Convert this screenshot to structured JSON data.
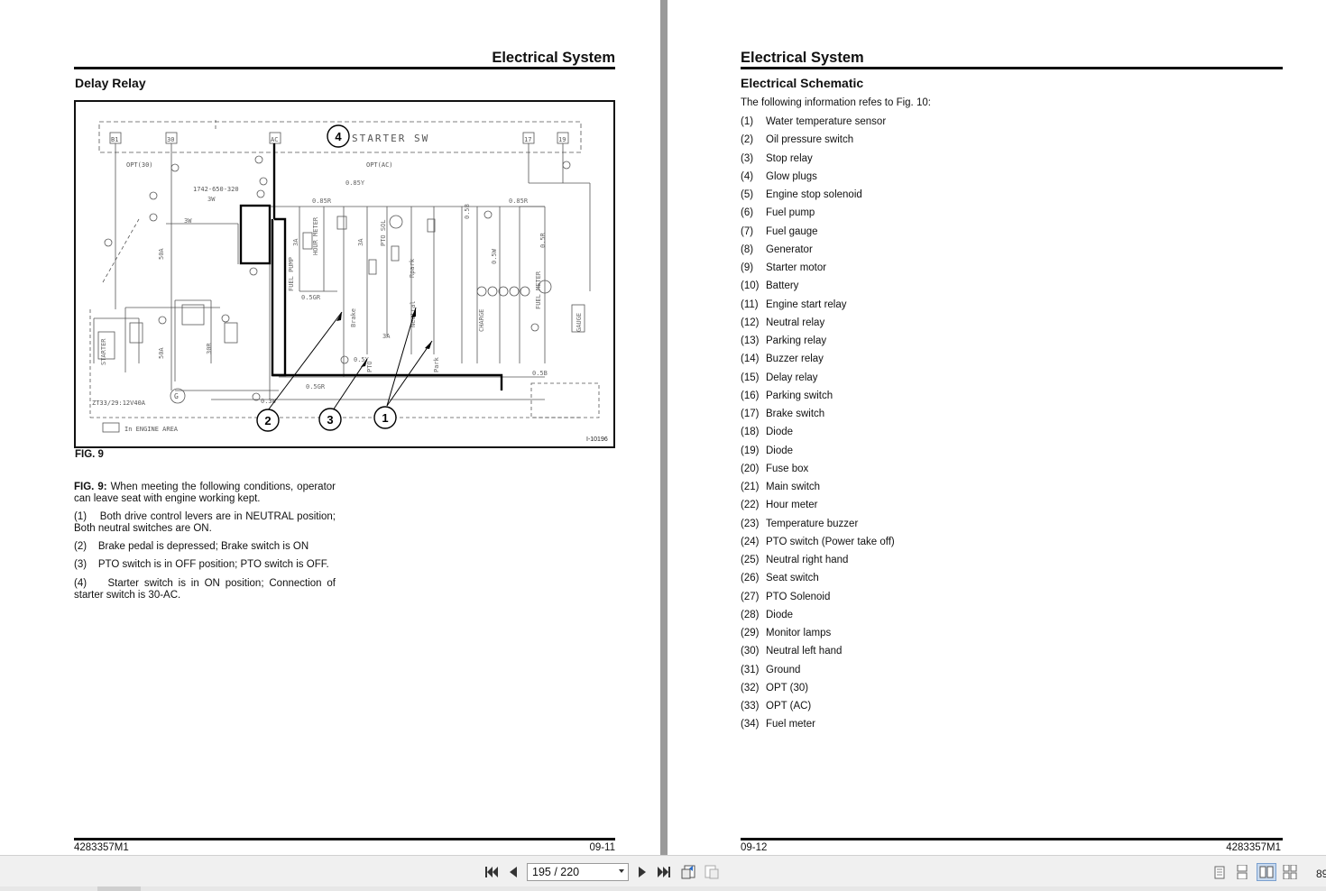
{
  "left_page": {
    "header": "Electrical System",
    "section_title": "Delay Relay",
    "diagram": {
      "callouts": [
        "1",
        "2",
        "3",
        "4"
      ],
      "starter_label": "STARTER SW",
      "terminals": [
        "B1",
        "30",
        "AC",
        "17",
        "19"
      ],
      "part_number": "1742-650-320",
      "opt_30": "OPT(30)",
      "opt_ac": "OPT(AC)",
      "alternator": "ZT33/29:12V40A",
      "legend": "In ENGINE AREA",
      "figure_id": "I-10196",
      "wire_labels": [
        "0.85R",
        "0.85R",
        "0.5GR",
        "0.5GR",
        "50A",
        "50A",
        "3A",
        "3A",
        "3A",
        "0.5B",
        "0.5W",
        "0.5R",
        "0.5Y",
        "0.5B",
        "3W",
        "3W",
        "30R",
        "0.85Y",
        "0.3W"
      ],
      "component_labels": [
        "FUEL PUMP",
        "HOUR METER",
        "PTO SOL",
        "FUEL METER",
        "STARTER",
        "GAUGE",
        "CHARGE",
        "PTO",
        "Brake",
        "Neutral",
        "Park",
        "Rpark"
      ]
    },
    "fig_label": "FIG. 9",
    "para_intro_label": "FIG. 9:",
    "para_intro_text": " When meeting the following conditions, operator can leave seat with engine working kept.",
    "conditions": [
      {
        "num": "(1)",
        "text": "Both drive control levers are in NEUTRAL position; Both neutral switches are ON."
      },
      {
        "num": "(2)",
        "text": "Brake pedal is depressed; Brake switch is ON"
      },
      {
        "num": "(3)",
        "text": "PTO switch is in OFF position; PTO switch is OFF."
      },
      {
        "num": "(4)",
        "text": "Starter switch is in ON position; Connection of starter switch is 30-AC."
      }
    ],
    "footer_left": "4283357M1",
    "footer_right": "09-11"
  },
  "right_page": {
    "header": "Electrical System",
    "section_title": "Electrical Schematic",
    "intro": "The following information refes to Fig. 10:",
    "items": [
      {
        "num": "(1)",
        "text": "Water temperature sensor"
      },
      {
        "num": "(2)",
        "text": "Oil pressure switch"
      },
      {
        "num": "(3)",
        "text": "Stop relay"
      },
      {
        "num": "(4)",
        "text": "Glow plugs"
      },
      {
        "num": "(5)",
        "text": "Engine stop solenoid"
      },
      {
        "num": "(6)",
        "text": "Fuel pump"
      },
      {
        "num": "(7)",
        "text": "Fuel gauge"
      },
      {
        "num": "(8)",
        "text": "Generator"
      },
      {
        "num": "(9)",
        "text": "Starter motor"
      },
      {
        "num": "(10)",
        "text": "Battery"
      },
      {
        "num": "(11)",
        "text": "Engine start relay"
      },
      {
        "num": "(12)",
        "text": "Neutral relay"
      },
      {
        "num": "(13)",
        "text": "Parking relay"
      },
      {
        "num": "(14)",
        "text": "Buzzer relay"
      },
      {
        "num": "(15)",
        "text": "Delay relay"
      },
      {
        "num": "(16)",
        "text": "Parking switch"
      },
      {
        "num": "(17)",
        "text": "Brake switch"
      },
      {
        "num": "(18)",
        "text": "Diode"
      },
      {
        "num": "(19)",
        "text": "Diode"
      },
      {
        "num": "(20)",
        "text": "Fuse box"
      },
      {
        "num": "(21)",
        "text": "Main switch"
      },
      {
        "num": "(22)",
        "text": "Hour meter"
      },
      {
        "num": "(23)",
        "text": "Temperature buzzer"
      },
      {
        "num": "(24)",
        "text": "PTO switch (Power take off)"
      },
      {
        "num": "(25)",
        "text": "Neutral right hand"
      },
      {
        "num": "(26)",
        "text": "Seat switch"
      },
      {
        "num": "(27)",
        "text": "PTO Solenoid"
      },
      {
        "num": "(28)",
        "text": "Diode"
      },
      {
        "num": "(29)",
        "text": "Monitor lamps"
      },
      {
        "num": "(30)",
        "text": "Neutral left hand"
      },
      {
        "num": "(31)",
        "text": "Ground"
      },
      {
        "num": "(32)",
        "text": "OPT (30)"
      },
      {
        "num": "(33)",
        "text": "OPT (AC)"
      },
      {
        "num": "(34)",
        "text": "Fuel meter"
      }
    ],
    "footer_left": "09-12",
    "footer_right": "4283357M1"
  },
  "toolbar": {
    "page_indicator": "195 / 220",
    "zoom": "89",
    "icons": [
      "first-page-icon",
      "previous-page-icon",
      "next-page-icon",
      "last-page-icon",
      "previous-view-icon",
      "next-view-icon",
      "single-page-view-icon",
      "continuous-view-icon",
      "facing-view-icon",
      "continuous-facing-view-icon"
    ]
  }
}
